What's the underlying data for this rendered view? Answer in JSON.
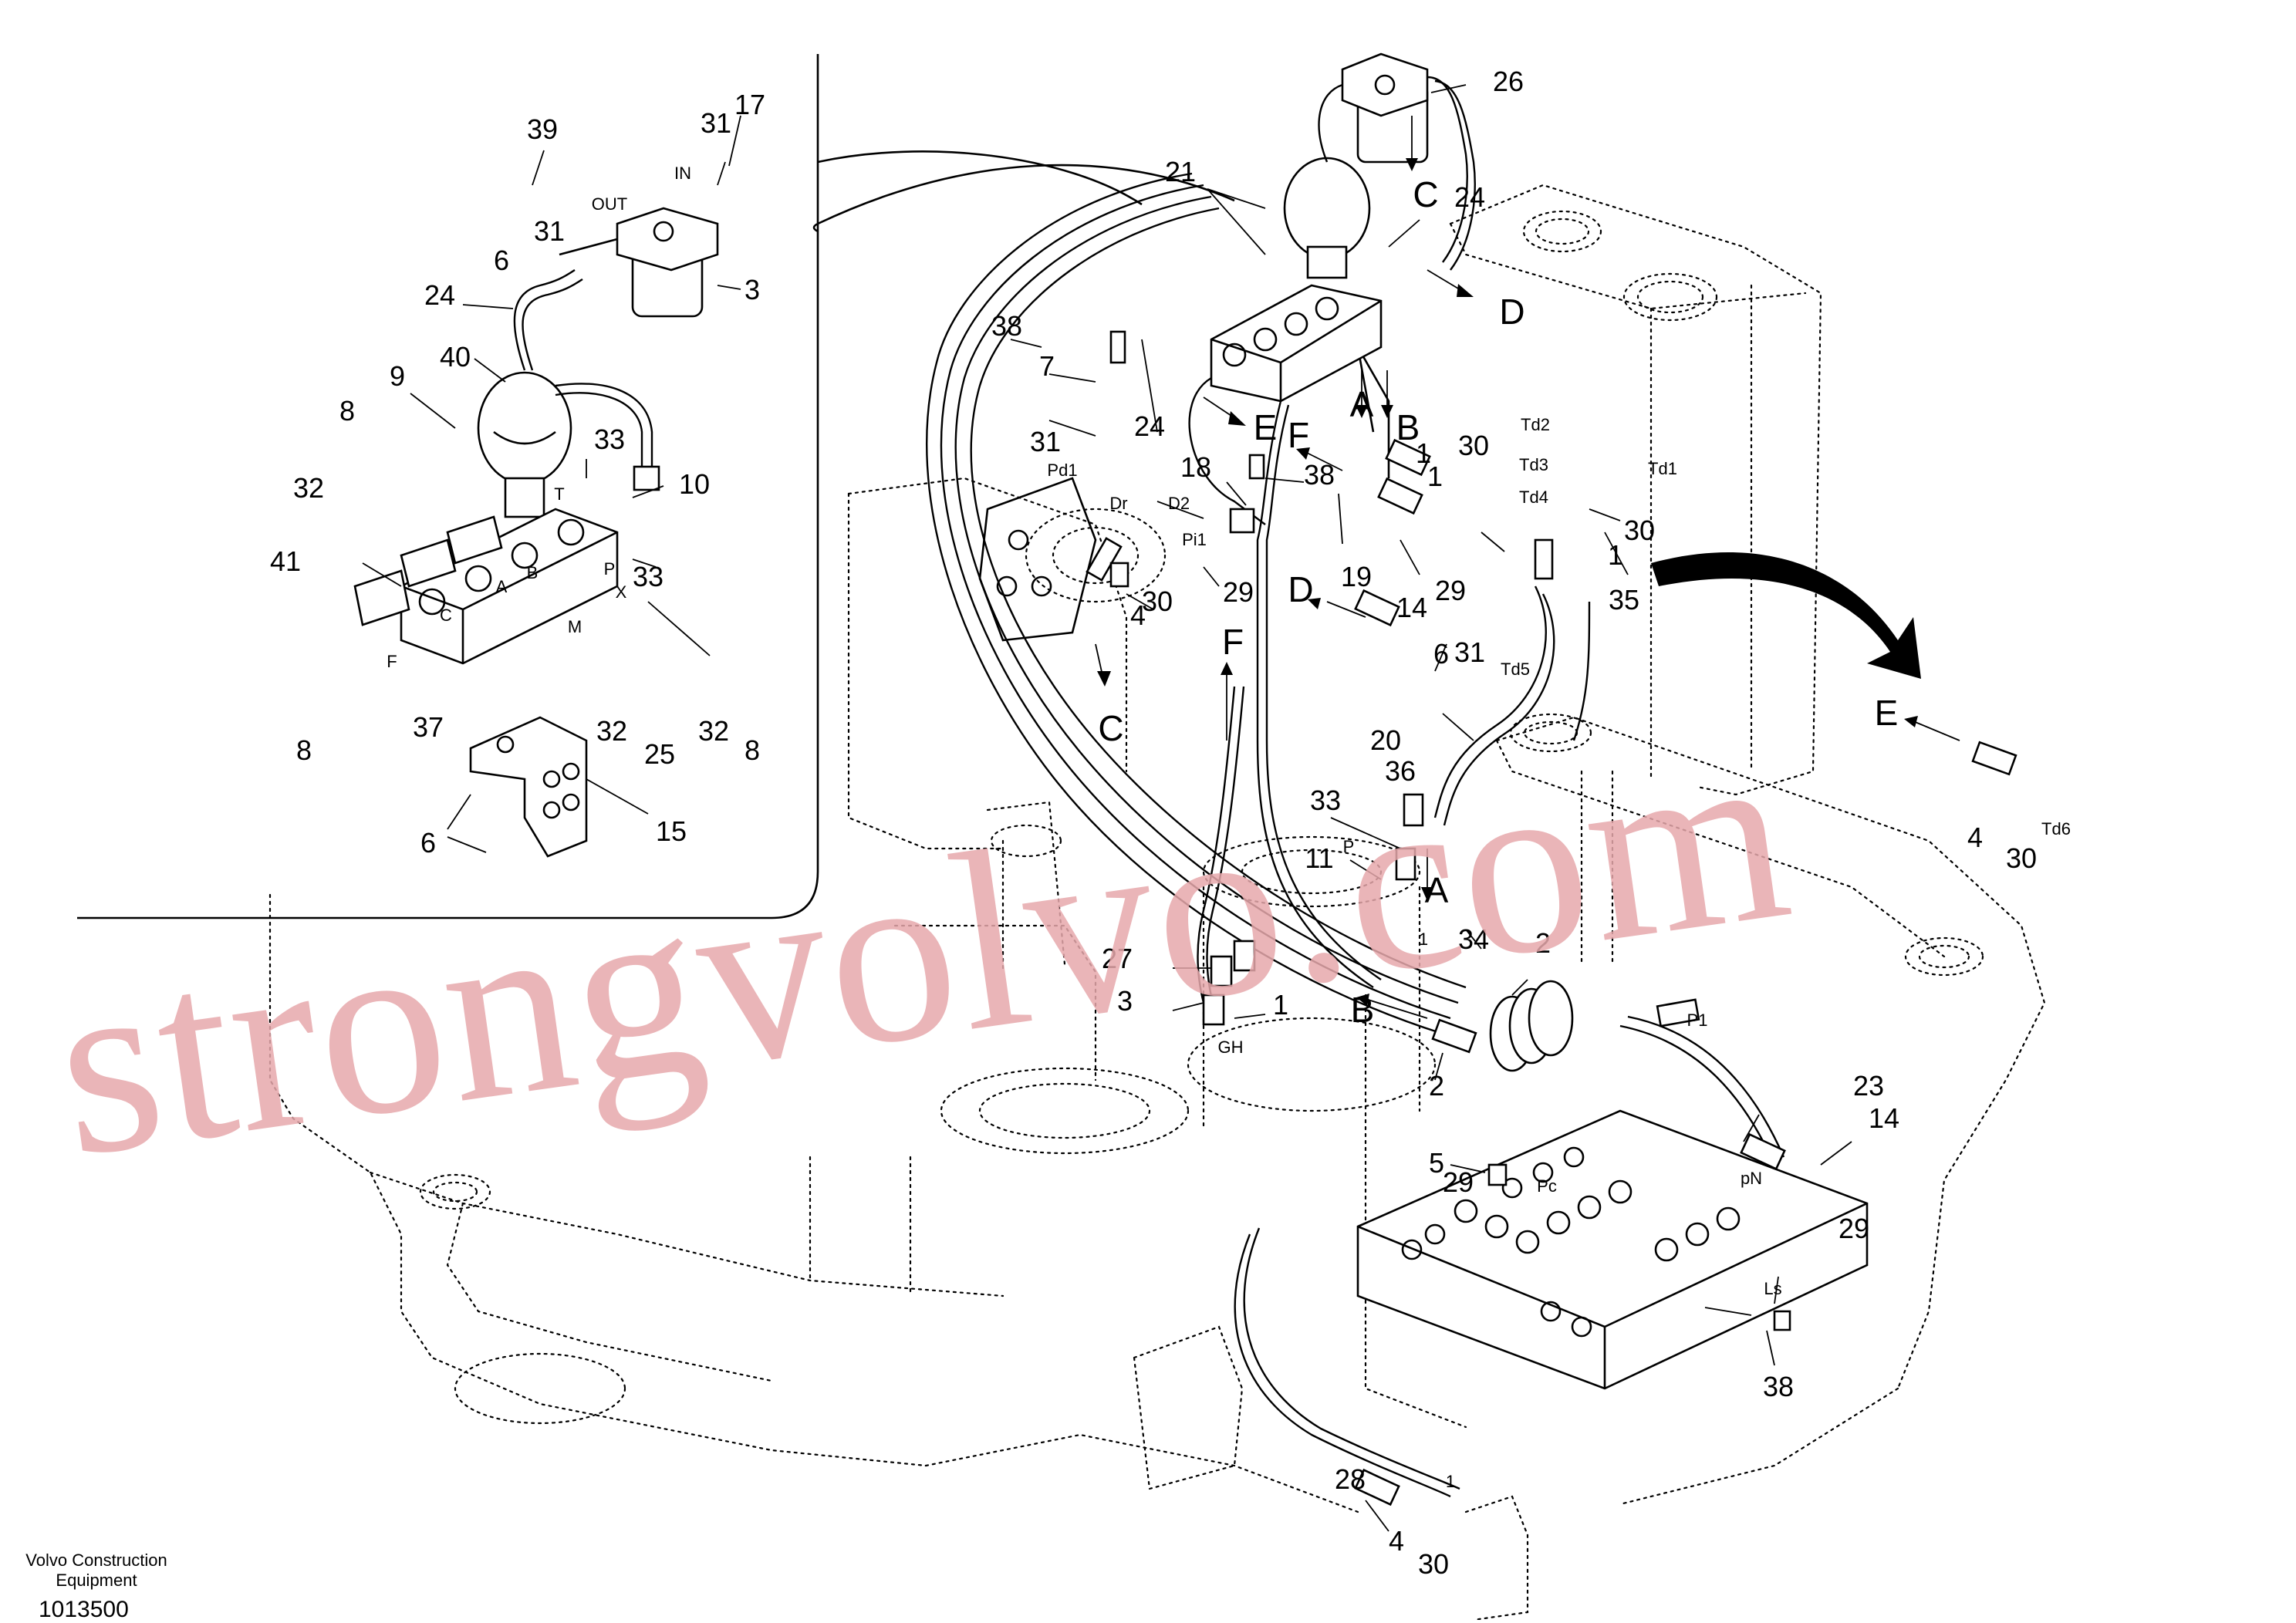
{
  "watermark": "strongvolvo.com",
  "footer": {
    "brand_line1": "Volvo Construction",
    "brand_line2": "Equipment",
    "doc_number": "1013500"
  },
  "callouts": [
    "39",
    "31",
    "17",
    "OUT",
    "IN",
    "31",
    "6",
    "3",
    "24",
    "40",
    "9",
    "8",
    "33",
    "10",
    "32",
    "T",
    "41",
    "C",
    "A",
    "B",
    "P",
    "33",
    "X",
    "F",
    "M",
    "37",
    "32",
    "25",
    "8",
    "32",
    "8",
    "15",
    "6",
    "26",
    "21",
    "C",
    "24",
    "D",
    "38",
    "7",
    "24",
    "E",
    "F",
    "A",
    "B",
    "31",
    "Pd1",
    "30",
    "Td2",
    "Td1",
    "1",
    "Td3",
    "18",
    "38",
    "1",
    "Dr",
    "D2",
    "Td4",
    "30",
    "Pi1",
    "19",
    "14",
    "29",
    "1",
    "35",
    "29",
    "30",
    "4",
    "D",
    "6",
    "31",
    "Td5",
    "F",
    "C",
    "20",
    "E",
    "36",
    "33",
    "P",
    "11",
    "A",
    "1",
    "34",
    "4",
    "30",
    "Td6",
    "27",
    "2",
    "3",
    "1",
    "B",
    "GH",
    "2",
    "P1",
    "23",
    "14",
    "5",
    "29",
    "Pc",
    "pN",
    "29",
    "Ls",
    "38",
    "28",
    "4",
    "1",
    "30"
  ],
  "colors": {
    "line": "#000000",
    "watermark": "#e7a9ac",
    "background": "#ffffff"
  }
}
